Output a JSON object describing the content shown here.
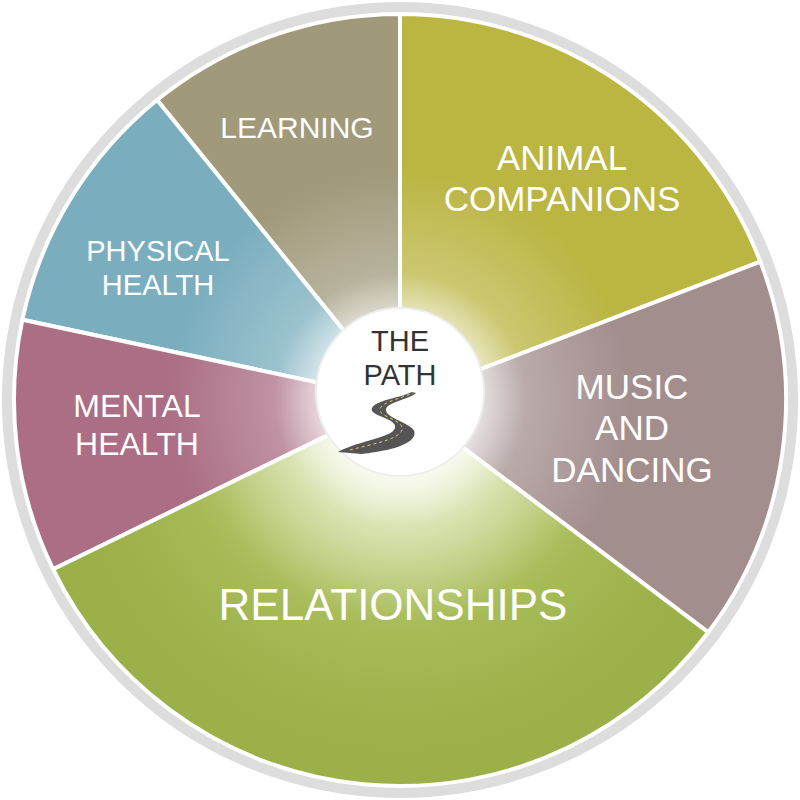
{
  "diagram": {
    "nodes": [
      {
        "text": [
          "LEARNING"
        ]
      },
      {
        "text": [
          "ANIMAL COMPANIONS"
        ]
      },
      {
        "text": [
          "PHYSICAL HEALTH"
        ]
      },
      {
        "text": [
          "THE PATH"
        ]
      },
      {
        "text": [
          "MUSIC AND DANCING"
        ]
      },
      {
        "text": [
          "MENTAL HEALTH"
        ]
      },
      {
        "text": [
          "RELATIONSHIPS"
        ]
      }
    ]
  }
}
